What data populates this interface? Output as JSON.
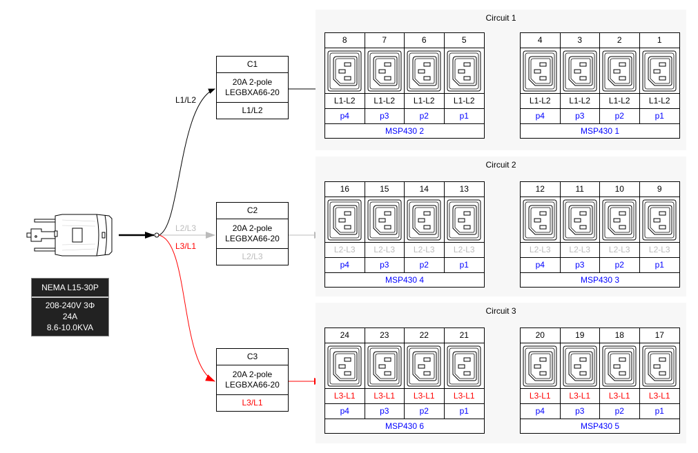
{
  "colors": {
    "circuit1": "#000000",
    "circuit2": "#bbbbbb",
    "circuit3": "#ff0000",
    "port": "#0000ff",
    "cluster_bg": "#f7f7f7"
  },
  "plug": {
    "icon": "nema-l15-30p-plug-icon",
    "name": "NEMA L15-30P",
    "voltage": "208-240V 3Φ",
    "current": "24A",
    "power": "8.6-10.0KVA"
  },
  "wire_labels": {
    "l1l2": "L1/L2",
    "l2l3": "L2/L3",
    "l3l1": "L3/L1"
  },
  "breakers": [
    {
      "id": "C1",
      "rating": "20A 2-pole",
      "model": "LEGBXA66-20",
      "phase": "L1/L2"
    },
    {
      "id": "C2",
      "rating": "20A 2-pole",
      "model": "LEGBXA66-20",
      "phase": "L2/L3"
    },
    {
      "id": "C3",
      "rating": "20A 2-pole",
      "model": "LEGBXA66-20",
      "phase": "L3/L1"
    }
  ],
  "circuits": [
    {
      "title": "Circuit 1",
      "pdus": [
        {
          "name": "MSP430 2",
          "outlets": [
            "8",
            "7",
            "6",
            "5"
          ],
          "phase": "L1-L2",
          "ports": [
            "p4",
            "p3",
            "p2",
            "p1"
          ]
        },
        {
          "name": "MSP430 1",
          "outlets": [
            "4",
            "3",
            "2",
            "1"
          ],
          "phase": "L1-L2",
          "ports": [
            "p4",
            "p3",
            "p2",
            "p1"
          ]
        }
      ]
    },
    {
      "title": "Circuit 2",
      "pdus": [
        {
          "name": "MSP430 4",
          "outlets": [
            "16",
            "15",
            "14",
            "13"
          ],
          "phase": "L2-L3",
          "ports": [
            "p4",
            "p3",
            "p2",
            "p1"
          ]
        },
        {
          "name": "MSP430 3",
          "outlets": [
            "12",
            "11",
            "10",
            "9"
          ],
          "phase": "L2-L3",
          "ports": [
            "p4",
            "p3",
            "p2",
            "p1"
          ]
        }
      ]
    },
    {
      "title": "Circuit 3",
      "pdus": [
        {
          "name": "MSP430 6",
          "outlets": [
            "24",
            "23",
            "22",
            "21"
          ],
          "phase": "L3-L1",
          "ports": [
            "p4",
            "p3",
            "p2",
            "p1"
          ]
        },
        {
          "name": "MSP430 5",
          "outlets": [
            "20",
            "19",
            "18",
            "17"
          ],
          "phase": "L3-L1",
          "ports": [
            "p4",
            "p3",
            "p2",
            "p1"
          ]
        }
      ]
    }
  ]
}
